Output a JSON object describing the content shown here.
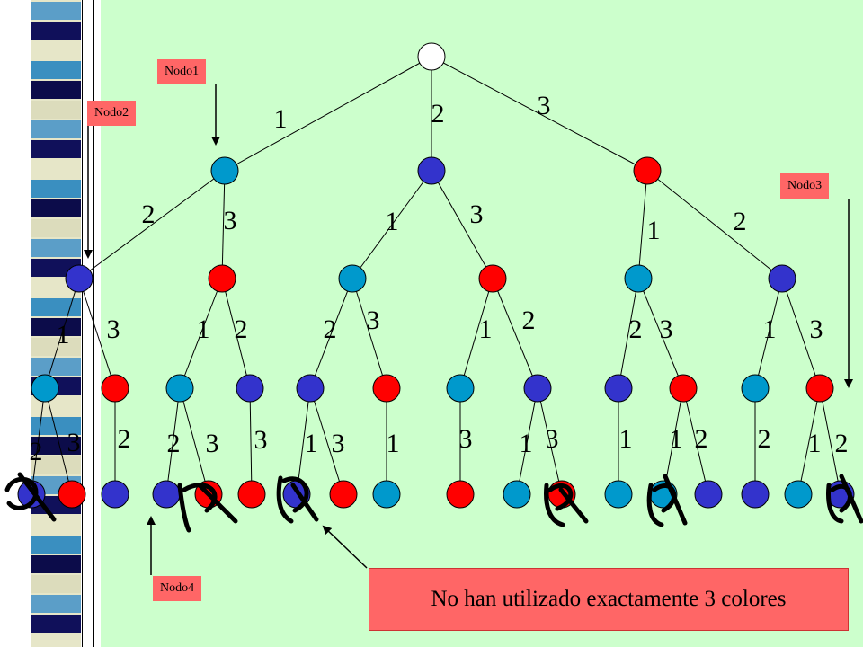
{
  "tags": {
    "nodo1": "Nodo1",
    "nodo2": "Nodo2",
    "nodo3": "Nodo3",
    "nodo4": "Nodo4"
  },
  "note": "No han utilizado exactamente 3 colores",
  "colors": {
    "blue": "#3333cc",
    "red": "#ff0000",
    "light_blue": "#0099cc",
    "white": "#ffffff",
    "tag": "#ff6666",
    "background": "#ccffcc"
  },
  "edge_labels": {
    "root": [
      "1",
      "2",
      "3"
    ],
    "level1": [
      "2",
      "3",
      "1",
      "3",
      "1",
      "2"
    ],
    "level2": [
      "1",
      "3",
      "1",
      "2",
      "2",
      "3",
      "1",
      "2",
      "2",
      "3",
      "1",
      "3"
    ],
    "level3": [
      "2",
      "3",
      "2",
      "2",
      "3",
      "3",
      "1",
      "3",
      "1",
      "3",
      "1",
      "3",
      "1",
      "1",
      "2",
      "2",
      "1",
      "2"
    ]
  },
  "tree": {
    "root": "white",
    "level1": [
      "light_blue",
      "blue",
      "red"
    ],
    "level2": [
      "blue",
      "red",
      "light_blue",
      "red",
      "light_blue",
      "blue"
    ],
    "level3": [
      "light_blue",
      "red",
      "light_blue",
      "blue",
      "blue",
      "red",
      "light_blue",
      "blue",
      "blue",
      "red",
      "light_blue",
      "red"
    ],
    "level4": [
      "blue",
      "red",
      "blue",
      "blue",
      "red",
      "red",
      "blue",
      "red",
      "light_blue",
      "red",
      "light_blue",
      "red",
      "light_blue",
      "light_blue",
      "blue",
      "blue",
      "light_blue",
      "blue"
    ]
  }
}
